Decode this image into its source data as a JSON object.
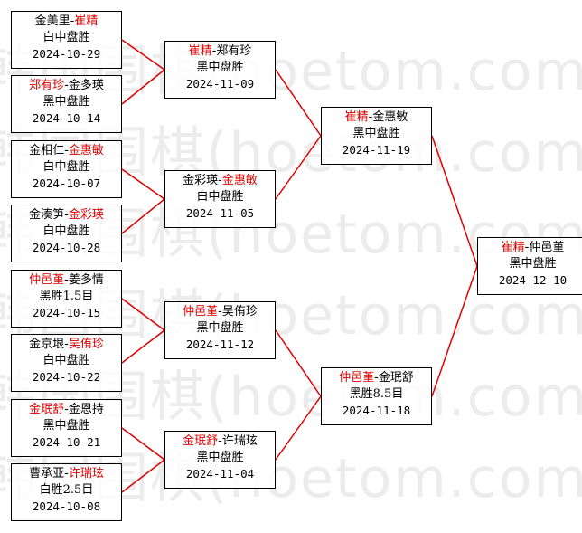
{
  "watermark": "韩国围棋(hoetom.com)",
  "line_color": "#e00000",
  "highlight_color": "#e00000",
  "round1": [
    {
      "p1": "金美里",
      "p2": "崔精",
      "winner": "p2",
      "result": "白中盘胜",
      "date": "2024-10-29"
    },
    {
      "p1": "郑有珍",
      "p2": "金多瑛",
      "winner": "p1",
      "result": "黑中盘胜",
      "date": "2024-10-14"
    },
    {
      "p1": "金相仁",
      "p2": "金惠敏",
      "winner": "p2",
      "result": "白中盘胜",
      "date": "2024-10-07"
    },
    {
      "p1": "金湊笋",
      "p2": "金彩瑛",
      "winner": "p2",
      "result": "白中盘胜",
      "date": "2024-10-28"
    },
    {
      "p1": "仲邑堇",
      "p2": "姜多情",
      "winner": "p1",
      "result": "黑胜1.5目",
      "date": "2024-10-15"
    },
    {
      "p1": "金京垠",
      "p2": "吴侑珍",
      "winner": "p2",
      "result": "白中盘胜",
      "date": "2024-10-22"
    },
    {
      "p1": "金珉舒",
      "p2": "金恩持",
      "winner": "p1",
      "result": "黑中盘胜",
      "date": "2024-10-21"
    },
    {
      "p1": "曹承亚",
      "p2": "许瑞玹",
      "winner": "p2",
      "result": "白胜2.5目",
      "date": "2024-10-08"
    }
  ],
  "round2": [
    {
      "p1": "崔精",
      "p2": "郑有珍",
      "winner": "p1",
      "result": "黑中盘胜",
      "date": "2024-11-09"
    },
    {
      "p1": "金彩瑛",
      "p2": "金惠敏",
      "winner": "p2",
      "result": "白中盘胜",
      "date": "2024-11-05"
    },
    {
      "p1": "仲邑堇",
      "p2": "吴侑珍",
      "winner": "p1",
      "result": "黑中盘胜",
      "date": "2024-11-12"
    },
    {
      "p1": "金珉舒",
      "p2": "许瑞玹",
      "winner": "p1",
      "result": "黑中盘胜",
      "date": "2024-11-04"
    }
  ],
  "round3": [
    {
      "p1": "崔精",
      "p2": "金惠敏",
      "winner": "p1",
      "result": "黑中盘胜",
      "date": "2024-11-19"
    },
    {
      "p1": "仲邑堇",
      "p2": "金珉舒",
      "winner": "p1",
      "result": "黑胜8.5目",
      "date": "2024-11-18"
    }
  ],
  "final": [
    {
      "p1": "崔精",
      "p2": "仲邑堇",
      "winner": "p1",
      "result": "黑中盘胜",
      "date": "2024-12-10"
    }
  ]
}
